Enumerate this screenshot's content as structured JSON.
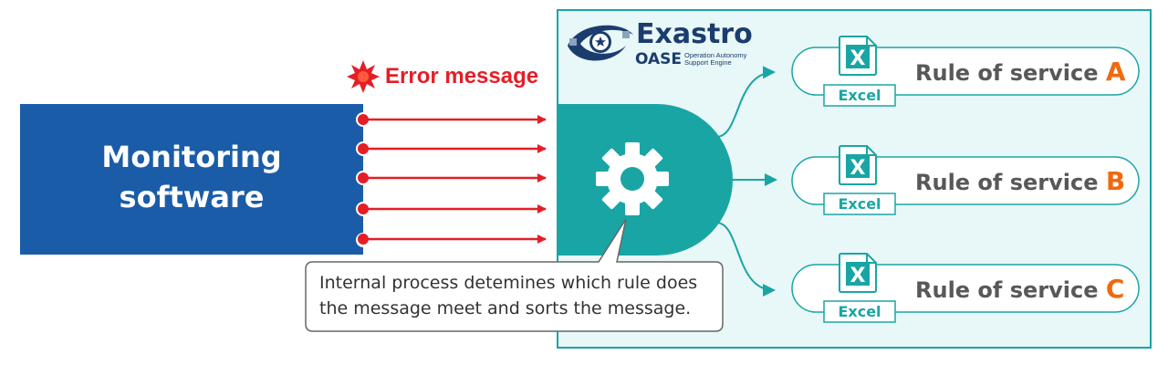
{
  "colors": {
    "panel_bg": "#e8f7f7",
    "panel_border": "#1aa5a5",
    "teal": "#1aa5a5",
    "monitor_blue": "#1a5ca8",
    "error_red": "#e41e26",
    "letter_orange": "#f0690f",
    "brand_navy": "#1b3d6e"
  },
  "monitor": {
    "label_line1": "Monitoring",
    "label_line2": "software"
  },
  "error": {
    "label": "Error message",
    "arrow_count": 5
  },
  "brand": {
    "name": "Exastro",
    "product": "OASE",
    "tagline_line1": "Operation Autonomy",
    "tagline_line2": "Support Engine"
  },
  "rules": [
    {
      "prefix": "Rule of service ",
      "letter": "A",
      "tag": "Excel"
    },
    {
      "prefix": "Rule of service ",
      "letter": "B",
      "tag": "Excel"
    },
    {
      "prefix": "Rule of service ",
      "letter": "C",
      "tag": "Excel"
    }
  ],
  "callout": {
    "line1": "Internal process detemines which rule does",
    "line2": "the message meet and sorts the message."
  }
}
